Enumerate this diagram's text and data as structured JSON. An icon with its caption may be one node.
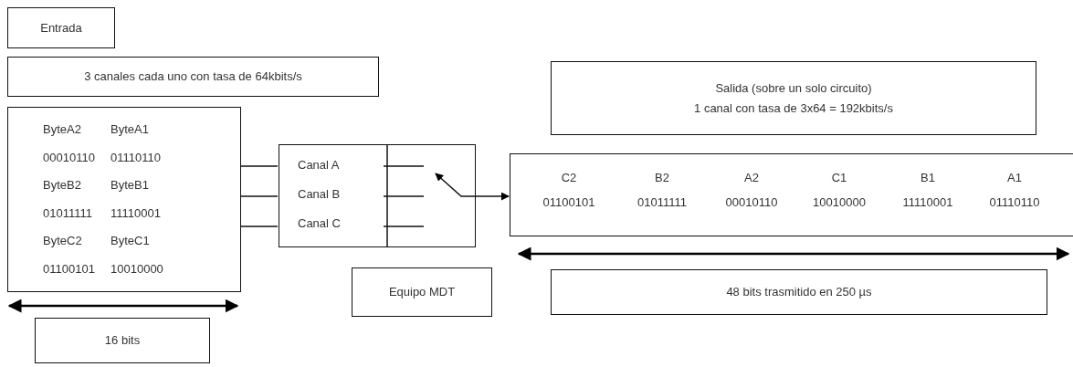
{
  "diagram": {
    "nodes": [
      {
        "text": [
          "Entrada"
        ]
      },
      {
        "text": [
          "3 canales cada uno con tasa de 64kbits/s"
        ]
      },
      {
        "text": [
          "ByteA2",
          "ByteA1",
          "00010110",
          "01110110",
          "ByteB2",
          "ByteB1",
          "01011111",
          "11110001",
          "ByteC2",
          "ByteC1",
          "01100101",
          "10010000"
        ]
      },
      {
        "text": [
          "Canal A",
          "Canal B",
          "Canal C"
        ]
      },
      {
        "text": [
          "Equipo MDT"
        ]
      },
      {
        "text": [
          "Salida (sobre un solo circuito)",
          "1 canal con tasa de 3x64 = 192kbits/s"
        ]
      },
      {
        "text": [
          "C2",
          "B2",
          "A2",
          "C1",
          "B1",
          "A1",
          "01100101",
          "01011111",
          "00010110",
          "10010000",
          "11110001",
          "01110110"
        ]
      },
      {
        "text": [
          "16 bits"
        ]
      },
      {
        "text": [
          "48 bits trasmitido en 250 µs"
        ]
      }
    ],
    "edges": [
      {
        "from": 2,
        "to": 3,
        "arrow": "none"
      },
      {
        "from": 2,
        "to": 3,
        "arrow": "none"
      },
      {
        "from": 2,
        "to": 3,
        "arrow": "none"
      },
      {
        "from": 3,
        "to": 6,
        "arrow": "to"
      }
    ]
  }
}
